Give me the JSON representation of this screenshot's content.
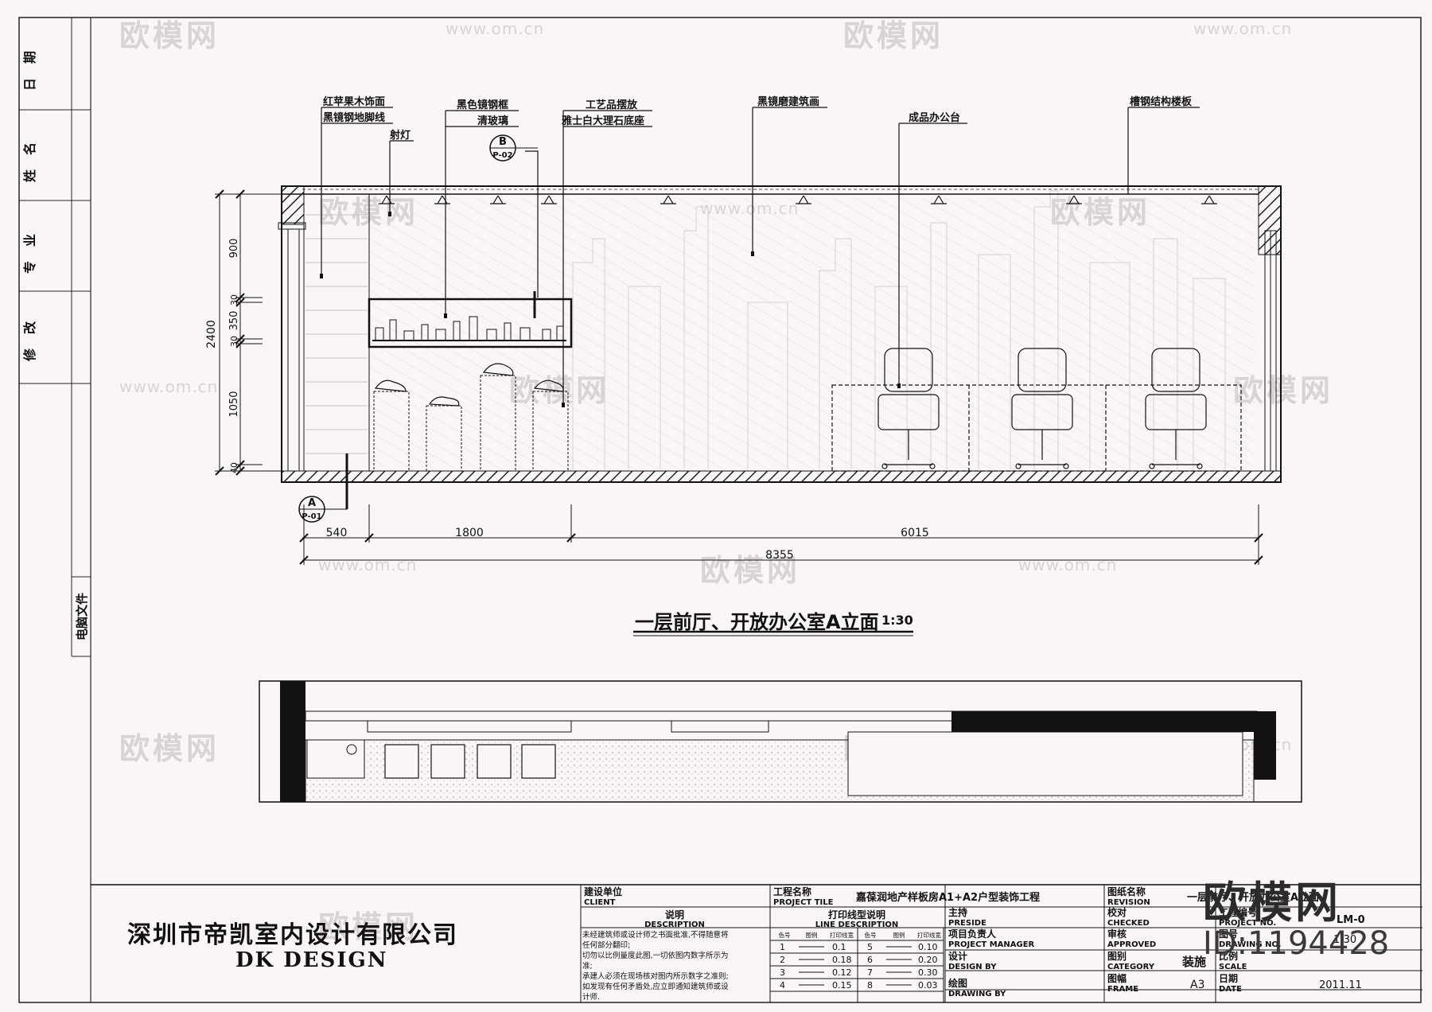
{
  "side_panel": {
    "date": "日期",
    "name": "姓名",
    "specialty": "专业",
    "revision": "修改",
    "computer_file": "电脑文件"
  },
  "callouts": {
    "c1a": "红苹果木饰面",
    "c1b": "黑镜钢地脚线",
    "c2": "射灯",
    "c3a": "黑色镜钢框",
    "c3b": "清玻璃",
    "c4a": "工艺品摆放",
    "c4b": "雅士白大理石底座",
    "c5": "黑镜磨建筑画",
    "c6": "成品办公台",
    "c7": "槽钢结构楼板"
  },
  "section_markers": {
    "b_letter": "B",
    "b_sheet": "P-02",
    "a_letter": "A",
    "a_sheet": "P-01"
  },
  "dims_vertical": {
    "total": "2400",
    "d1": "900",
    "d2": "30",
    "d3": "350",
    "d4": "30",
    "d5": "1050",
    "d6": "40"
  },
  "dims_horizontal": {
    "h1": "540",
    "h2": "1800",
    "h3": "6015",
    "total": "8355"
  },
  "drawing_title": {
    "main": "一层前厅、开放办公室A立面",
    "scale": "1:30"
  },
  "company": {
    "cn": "深圳市帝凯室内设计有限公司",
    "en": "DK    DESIGN"
  },
  "title_block": {
    "client_cn": "建设单位",
    "client_en": "CLIENT",
    "desc_cn": "说明",
    "desc_en": "DESCRIPTION",
    "notes": [
      "未经建筑师或设计师之书面批准,不得随意将",
      "任何部分翻印;",
      "切勿以比例量度此图,一切依图内数字所示为",
      "准;",
      "承建人必须在现场核对图内所示数字之准则;",
      "如发现有任何矛盾处,应立即通知建筑师或设",
      "计师."
    ],
    "project_cn": "工程名称",
    "project_en": "PROJECT TILE",
    "project_name": "嘉葆润地产样板房A1+A2户型装饰工程",
    "line_cn": "打印线型说明",
    "line_en": "LINE DESCRIPTION",
    "line_headers": [
      "色号",
      "图例",
      "打印线宽",
      "色号",
      "图例",
      "打印线宽"
    ],
    "line_rows": [
      [
        "1",
        "0.1",
        "5",
        "0.10"
      ],
      [
        "2",
        "0.18",
        "6",
        "0.20"
      ],
      [
        "3",
        "0.12",
        "7",
        "0.30"
      ],
      [
        "4",
        "0.15",
        "8",
        "0.03"
      ]
    ],
    "preside_cn": "主持",
    "preside_en": "PRESIDE",
    "pm_cn": "项目负责人",
    "pm_en": "PROJECT MANAGER",
    "design_cn": "设计",
    "design_en": "DESIGN BY",
    "drawing_cn": "绘图",
    "drawing_en": "DRAWING BY",
    "rev_cn": "图纸名称",
    "rev_en": "REVISION",
    "rev_value": "一层前厅、开放办公室A立面",
    "checked_cn": "校对",
    "checked_en": "CHECKED",
    "approved_cn": "审核",
    "approved_en": "APPROVED",
    "category_cn": "图别",
    "category_en": "CATEGORY",
    "category_value": "装施",
    "frame_cn": "图幅",
    "frame_en": "FRAME",
    "frame_value": "A3",
    "projno_cn": "工程编号",
    "projno_en": "PROJECT NO.",
    "drawno_cn": "图号",
    "drawno_en": "DRAWING NO.",
    "drawno_value": "LM-0",
    "scale_cn": "比例",
    "scale_en": "SCALE",
    "scale_value": "1:30",
    "date_cn": "日期",
    "date_en": "DATE",
    "date_value": "2011.11"
  },
  "watermark": {
    "brand": "欧模网",
    "url": "www.om.cn",
    "id": "ID:1194428"
  }
}
